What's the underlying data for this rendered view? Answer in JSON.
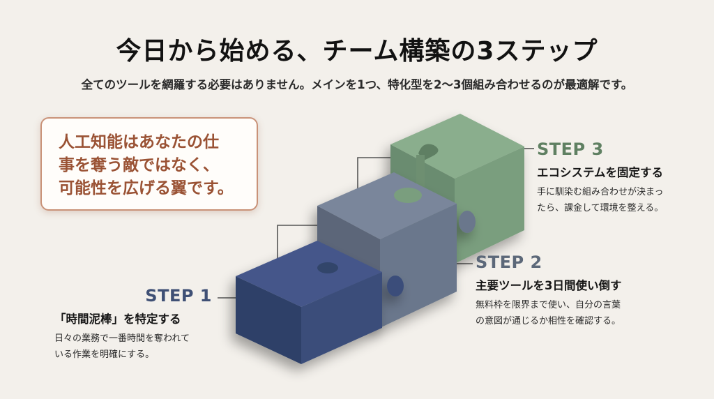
{
  "header": {
    "title": "今日から始める、チーム構築の3ステップ",
    "subtitle": "全てのツールを網羅する必要はありません。メインを1つ、特化型を2〜3個組み合わせるのが最適解です。"
  },
  "quote": {
    "lines": [
      "人工知能はあなたの仕",
      "事を奪う敵ではなく、",
      "可能性を広げる翼です。"
    ],
    "text_color": "#9a5234",
    "border_color": "#c99278"
  },
  "steps": [
    {
      "label": "STEP 1",
      "heading": "「時間泥棒」を特定する",
      "desc_lines": [
        "日々の業務で一番時間を奪われて",
        "いる作業を明確にする。"
      ],
      "color": "#3a4d78",
      "block": "navy-puzzle-block"
    },
    {
      "label": "STEP 2",
      "heading": "主要ツールを3日間使い倒す",
      "desc_lines": [
        "無料枠を限界まで使い、自分の言葉",
        "の意図が通じるか相性を確認する。"
      ],
      "color": "#66738a",
      "block": "slate-puzzle-block"
    },
    {
      "label": "STEP 3",
      "heading": "エコシステムを固定する",
      "desc_lines": [
        "手に馴染む組み合わせが決まっ",
        "たら、課金して環境を整える。"
      ],
      "color": "#7a9e7e",
      "block": "green-puzzle-block"
    }
  ],
  "colors": {
    "background": "#f3f0eb",
    "navy": "#3a4d78",
    "slate": "#66738a",
    "green": "#7a9e7e"
  }
}
